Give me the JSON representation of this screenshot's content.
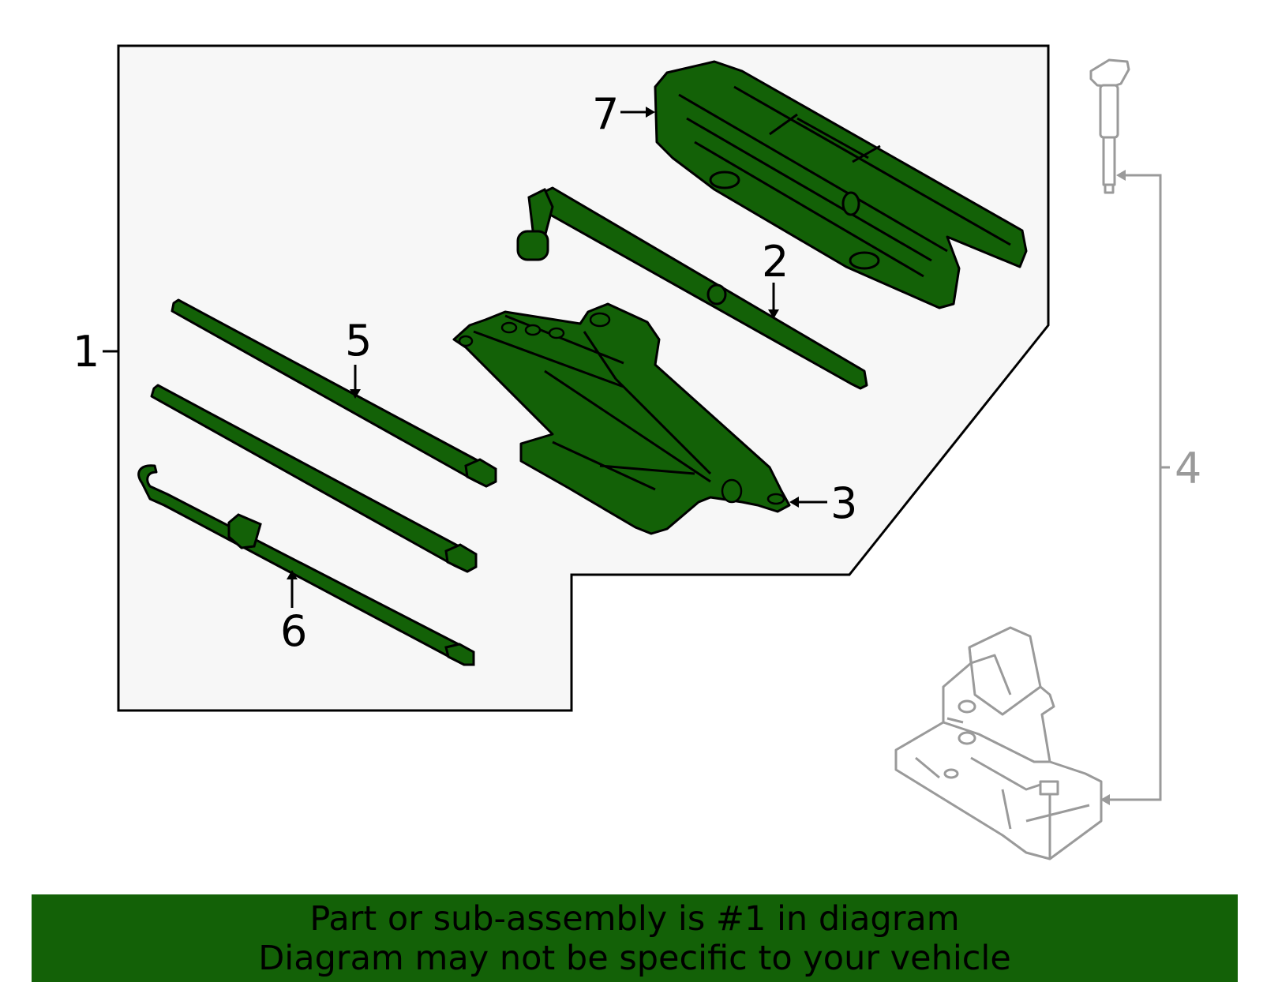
{
  "callouts": {
    "c1": "1",
    "c2": "2",
    "c3": "3",
    "c4": "4",
    "c5": "5",
    "c6": "6",
    "c7": "7"
  },
  "colors": {
    "part_fill": "#136107",
    "banner": "#136107",
    "panel": "#f7f7f7",
    "related_part": "#9a9a9a"
  },
  "banner": {
    "line1": "Part or sub-assembly is #1 in diagram",
    "line2": "Diagram may not be specific to your vehicle"
  }
}
